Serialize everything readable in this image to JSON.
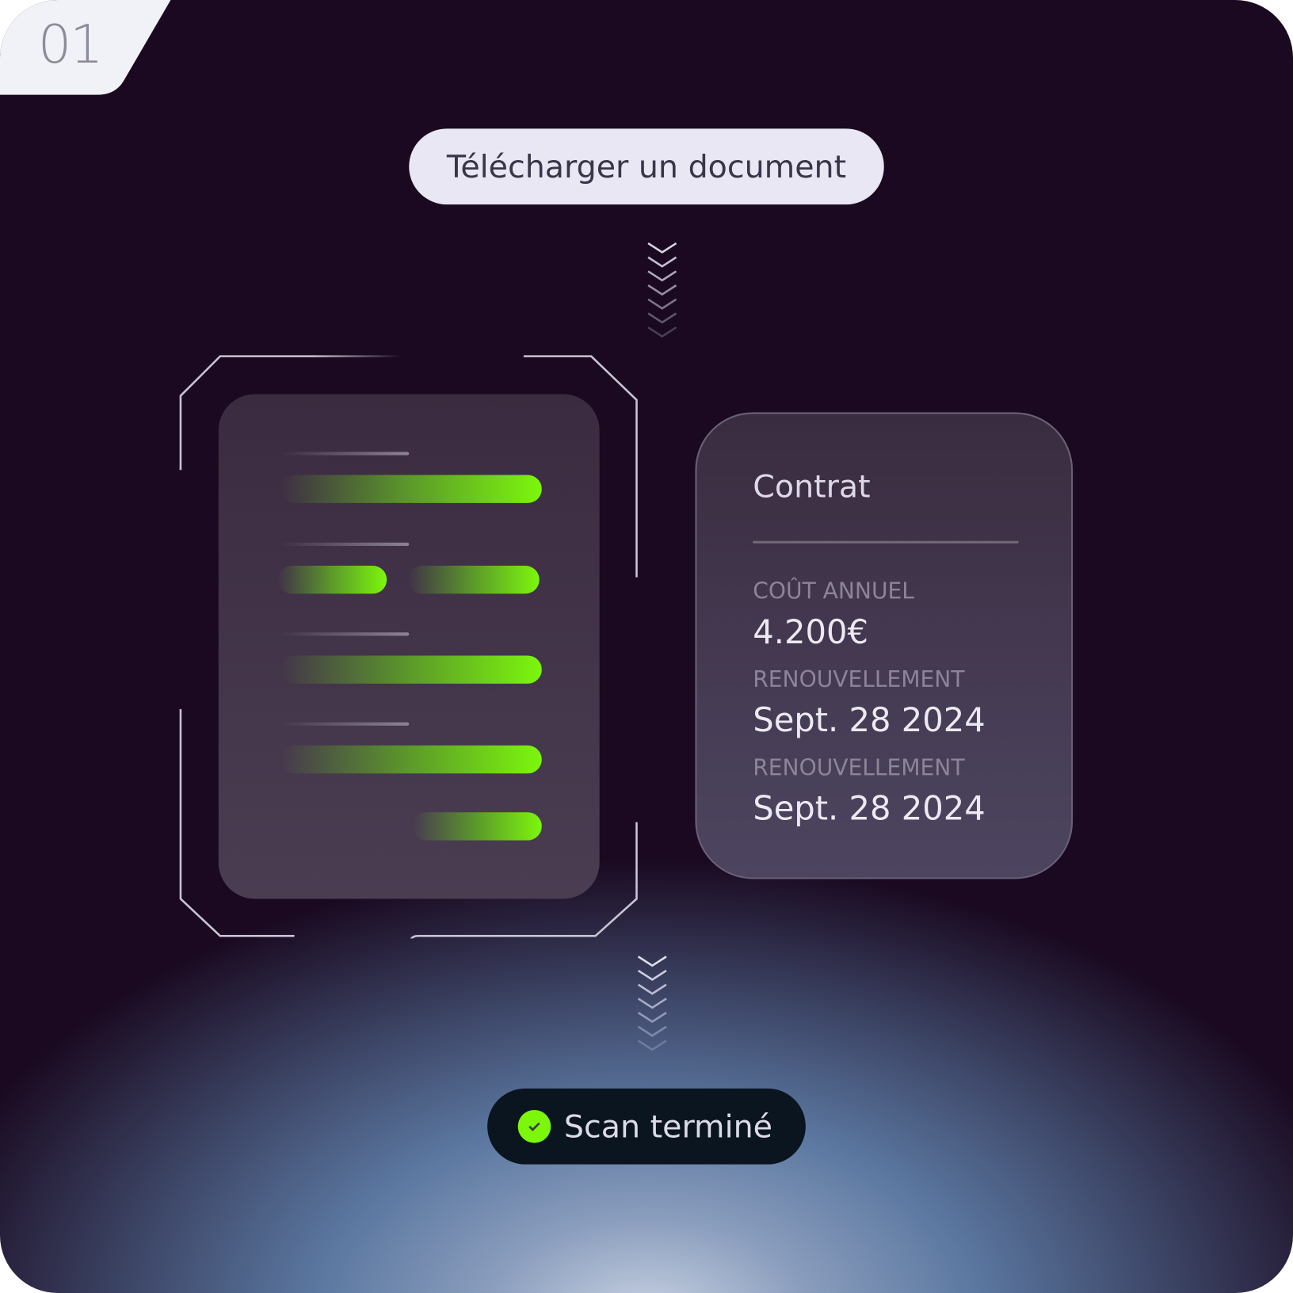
{
  "step": {
    "number": "01"
  },
  "upload_button": {
    "label": "Télécharger un document"
  },
  "contract_card": {
    "title": "Contrat",
    "fields": [
      {
        "label": "COÛT ANNUEL",
        "value": "4.200€"
      },
      {
        "label": "RENOUVELLEMENT",
        "value": "Sept. 28 2024"
      },
      {
        "label": "RENOUVELLEMENT",
        "value": "Sept. 28 2024"
      }
    ]
  },
  "scan_status": {
    "label": "Scan terminé",
    "icon": "check-circle-icon"
  },
  "colors": {
    "accent": "#7cf70c",
    "background": "#1a0920",
    "pill": "#e8e7f3"
  }
}
